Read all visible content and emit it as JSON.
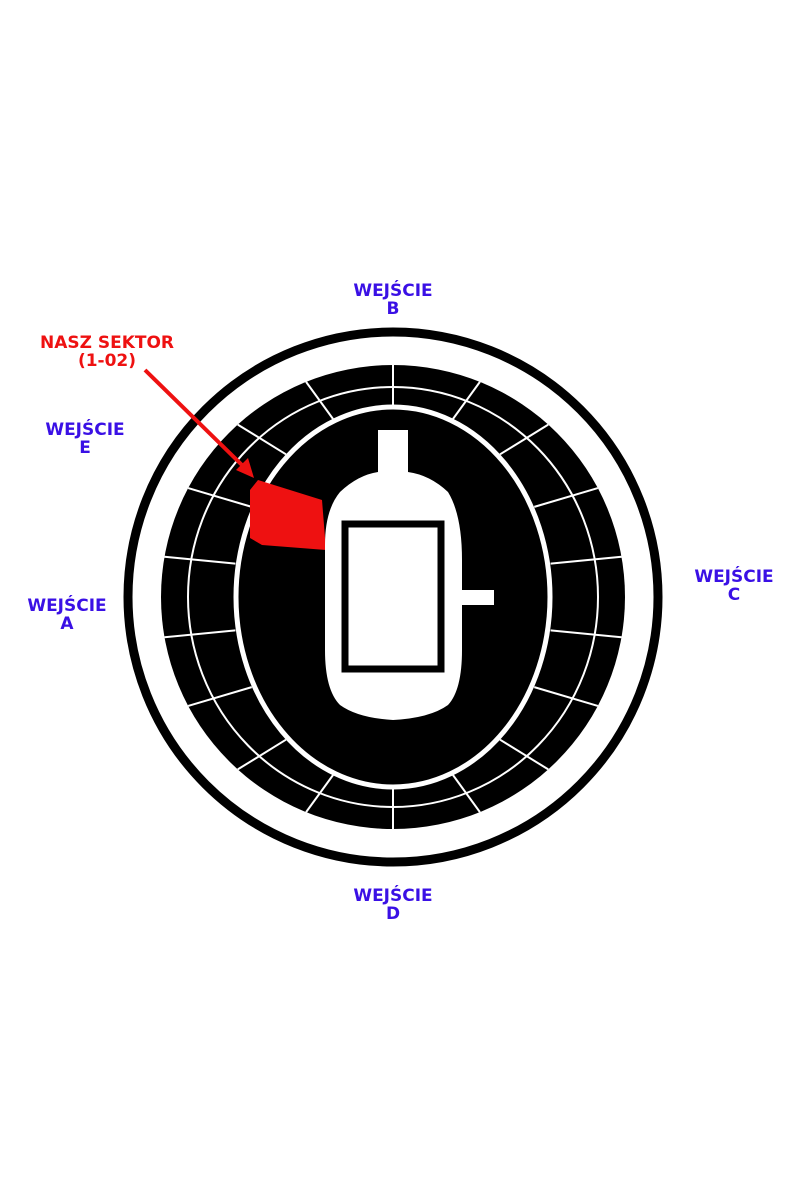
{
  "entrances": [
    {
      "id": "b",
      "word": "WEJŚCIE",
      "letter": "B"
    },
    {
      "id": "e",
      "word": "WEJŚCIE",
      "letter": "E"
    },
    {
      "id": "a",
      "word": "WEJŚCIE",
      "letter": "A"
    },
    {
      "id": "c",
      "word": "WEJŚCIE",
      "letter": "C"
    },
    {
      "id": "d",
      "word": "WEJŚCIE",
      "letter": "D"
    }
  ],
  "callout": {
    "line1": "NASZ SEKTOR",
    "line2": "(1-02)"
  },
  "colors": {
    "entrance_text": "#3a10e5",
    "callout": "#ee1111",
    "seating": "#000000",
    "highlight_sector": "#ee1111",
    "background": "#ffffff"
  }
}
